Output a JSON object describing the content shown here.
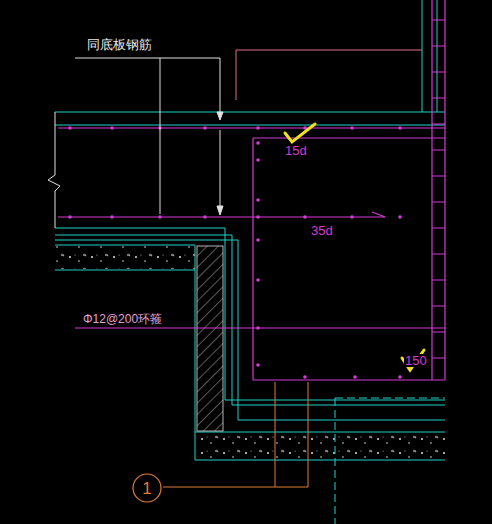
{
  "diagram": {
    "nodes": [
      {
        "text": [
          "1"
        ]
      }
    ],
    "labels": [
      "同底板钢筋",
      "15d",
      "35d",
      "Φ12@200环箍",
      "150"
    ]
  }
}
